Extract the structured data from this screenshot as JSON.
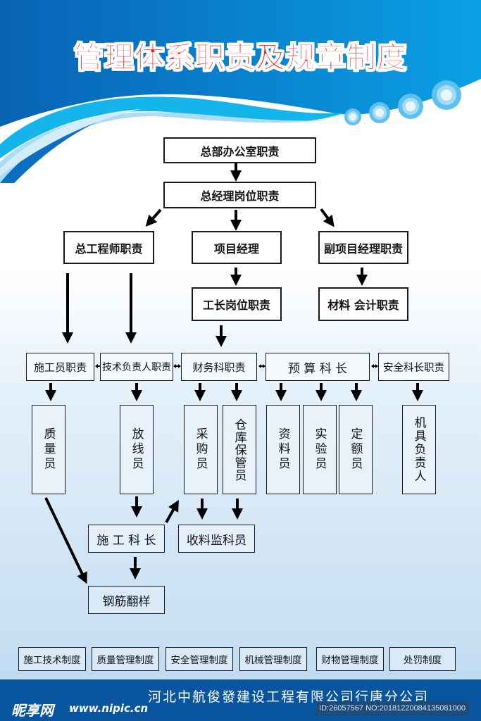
{
  "header": {
    "title": "管理体系职责及规章制度",
    "colors": {
      "banner": "#0a74c6",
      "title": "#ee1c1c",
      "wave_light": "#13b5ea"
    }
  },
  "chart": {
    "level1": "总部办公室职责",
    "level2": "总经理岗位职责",
    "level3": [
      "总工程师职责",
      "项目经理",
      "副项目经理职责"
    ],
    "level4": [
      "工长岗位职责",
      "材料 会计职责"
    ],
    "departments": [
      "施工员职责",
      "技术负责人职责",
      "财务科职责",
      "预 算 科 长",
      "安全科长职责"
    ],
    "staff": [
      "质量员",
      "放线员",
      "采购员",
      "仓库保管员",
      "资料员",
      "实验员",
      "定额员",
      "机具负责人"
    ],
    "sub": [
      "施 工 科 长",
      "收料监科员",
      "钢筋翻样"
    ]
  },
  "rules": [
    "施工技术制度",
    "质量管理制度",
    "安全管理制度",
    "机械管理制度",
    "财物管理制度",
    "处罚制度"
  ],
  "footer": {
    "company": "河北中航俊發建设工程有限公司行唐分公司",
    "watermark": "昵享网",
    "watermark_url": "www.nipic.cn",
    "id_text": "ID:26057567 NO:20181220084135081000"
  }
}
